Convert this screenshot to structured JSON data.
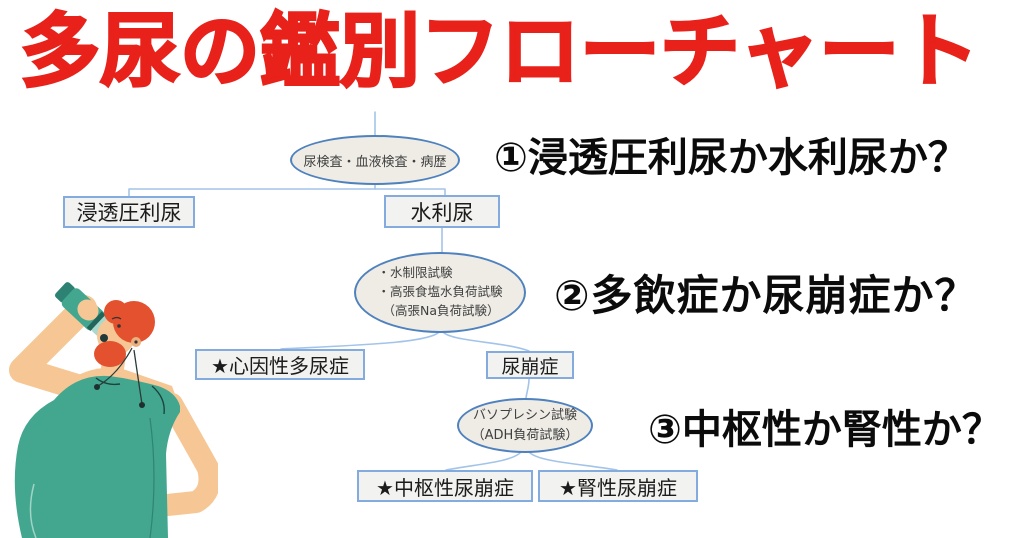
{
  "title": {
    "text": "多尿の鑑別フローチャート",
    "color": "#e8211a"
  },
  "flowchart": {
    "initial_tests": {
      "label": "尿検査・血液検査・病歴"
    },
    "osmotic": {
      "label": "浸透圧利尿"
    },
    "water": {
      "label": "水利尿"
    },
    "water_tests": {
      "lines": [
        "・水制限試験",
        "・高張食塩水負荷試験",
        "（高張Na負荷試験）"
      ]
    },
    "psychogenic": {
      "label": "★心因性多尿症"
    },
    "diabetes_insipidus": {
      "label": "尿崩症"
    },
    "vasopressin_test": {
      "lines": [
        "バソプレシン試験",
        "（ADH負荷試験）"
      ]
    },
    "central": {
      "label": "★中枢性尿崩症"
    },
    "nephrogenic": {
      "label": "★腎性尿崩症"
    }
  },
  "annotations": {
    "q1": "①浸透圧利尿か水利尿か？",
    "q2": "②多飲症か尿崩症か？",
    "q3": "③中枢性か腎性か？"
  },
  "illustration": {
    "alt": "赤毛の男性がボトルの水を飲むイラスト"
  },
  "colors": {
    "title_red": "#e8211a",
    "oval_border_blue": "#4e81bd",
    "box_border_blue": "#84abdd",
    "connector_blue": "#a3c4e8",
    "oval_fill": "#eeece5",
    "box_fill": "#f2f2f0",
    "annotation_black": "#0b0b0b",
    "shirt_teal": "#43a78f",
    "hair_orange": "#e4512f",
    "skin": "#f6c795"
  }
}
